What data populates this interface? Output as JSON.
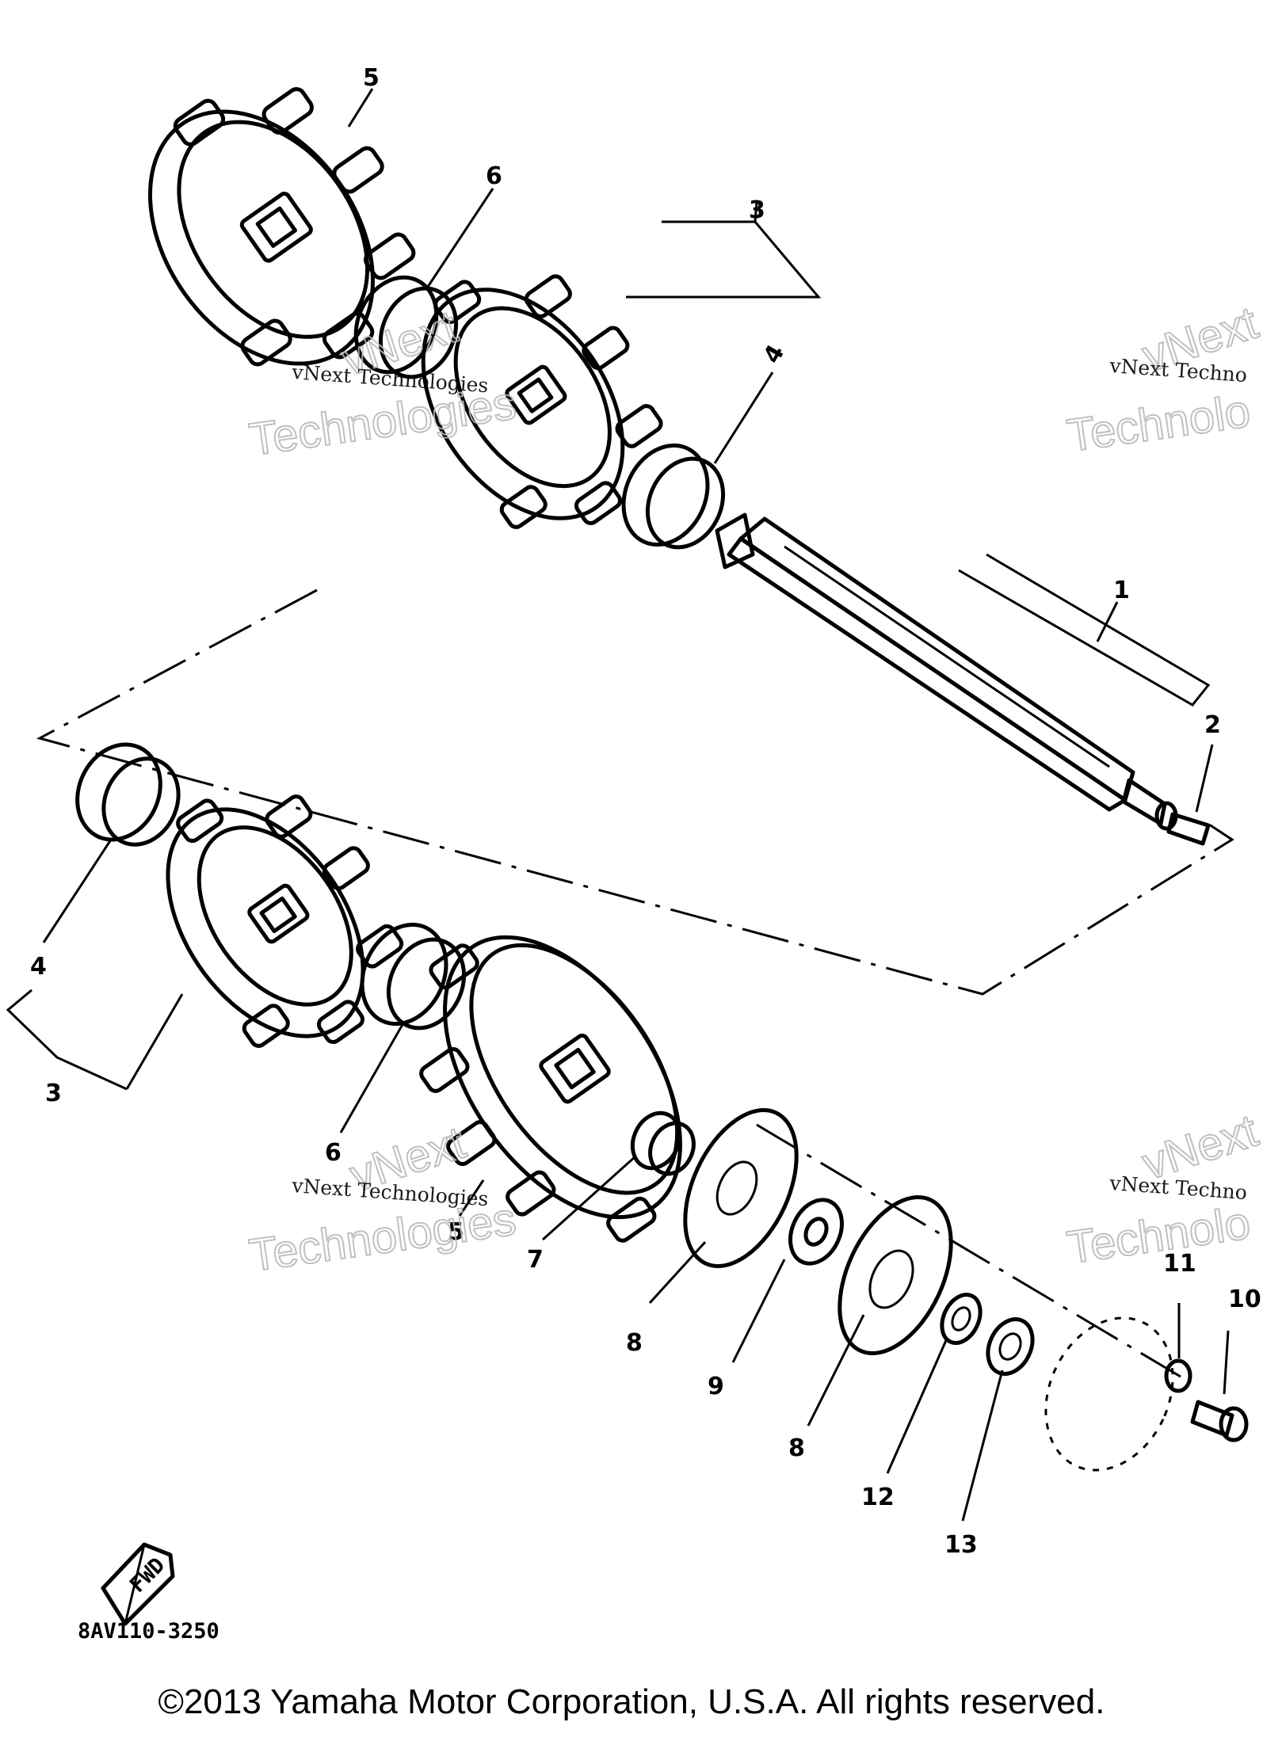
{
  "callouts": {
    "c1": "1",
    "c2": "2",
    "c3_top": "3",
    "c3_bottom": "3",
    "c4_top": "4",
    "c4_bottom": "4",
    "c5_top": "5",
    "c5_bottom": "5",
    "c6_top": "6",
    "c6_bottom": "6",
    "c7": "7",
    "c8_a": "8",
    "c8_b": "8",
    "c9": "9",
    "c10": "10",
    "c11": "11",
    "c12": "12",
    "c13": "13"
  },
  "drawing_code": "8AV110-3250",
  "front_badge": "FWD",
  "watermark": {
    "line1": "vNext Technologies",
    "line1_clipped": "vNext Techno",
    "big1": "vNext",
    "big2": "Technologies",
    "big2_clipped": "Technolo"
  },
  "copyright": "©2013 Yamaha Motor Corporation, U.S.A. All rights reserved."
}
